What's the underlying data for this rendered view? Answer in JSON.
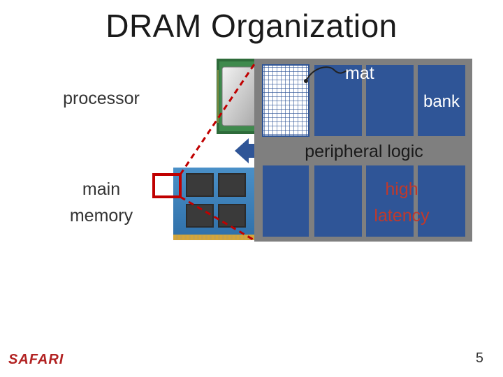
{
  "slide": {
    "title": "DRAM Organization",
    "page_number": "5",
    "logo_text": "SAFARI"
  },
  "labels": {
    "processor": "processor",
    "main_memory_line1": "main",
    "main_memory_line2": "memory",
    "mat": "mat",
    "bank": "bank",
    "peripheral_logic": "peripheral logic",
    "high_latency_line1": "high",
    "high_latency_line2": "latency"
  },
  "colors": {
    "bank_blue": "#2f5597",
    "frame_gray": "#7f7f7f",
    "dashed_red": "#c00000",
    "highlight_red": "#c0392b"
  },
  "icons": {
    "processor": "cpu-chip-icon",
    "memory": "dram-module-icon"
  }
}
